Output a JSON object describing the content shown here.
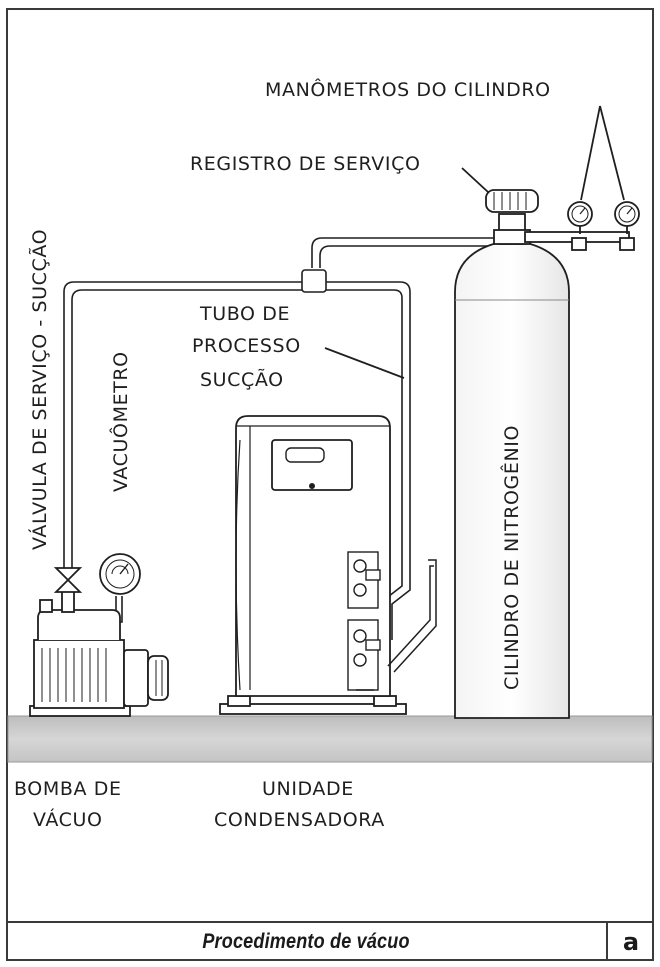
{
  "labels": {
    "manometros": "MANÔMETROS DO CILINDRO",
    "registro": "REGISTRO DE SERVIÇO",
    "valvula": "VÁLVULA DE SERVIÇO - SUCÇÃO",
    "vacuometro": "VACUÔMETRO",
    "tubo_line1": "TUBO DE",
    "tubo_line2": "PROCESSO",
    "tubo_line3": "SUCÇÃO",
    "cilindro": "CILINDRO DE NITROGÊNIO",
    "bomba_line1": "BOMBA DE",
    "bomba_line2": "VÁCUO",
    "unidade_line1": "UNIDADE",
    "unidade_line2": "CONDENSADORA"
  },
  "footer": {
    "title": "Procedimento de vácuo",
    "badge": "a"
  },
  "colors": {
    "stroke": "#1f1f1f",
    "ground": "#c9c9c9",
    "frame": "#3a3a3a"
  }
}
